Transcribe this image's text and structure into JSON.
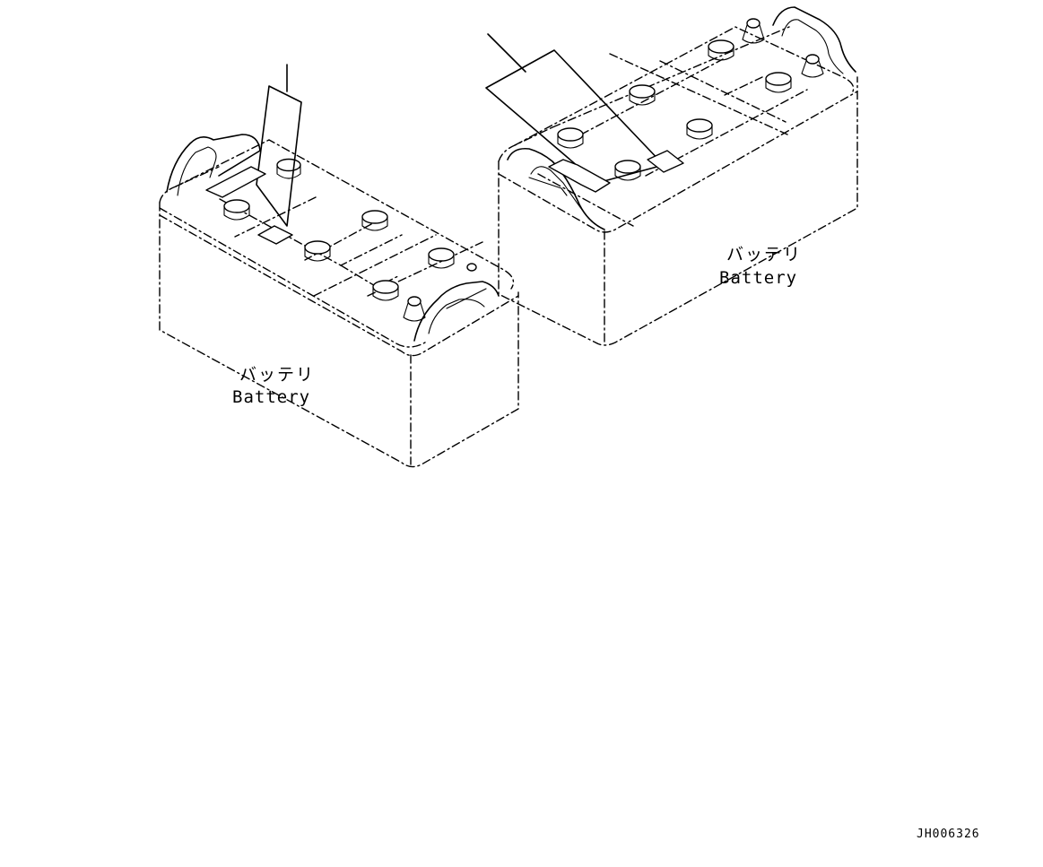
{
  "batteries": [
    {
      "label_jp": "バッテリ",
      "label_en": "Battery"
    },
    {
      "label_jp": "バッテリ",
      "label_en": "Battery"
    }
  ],
  "drawing_code": "JH006326"
}
